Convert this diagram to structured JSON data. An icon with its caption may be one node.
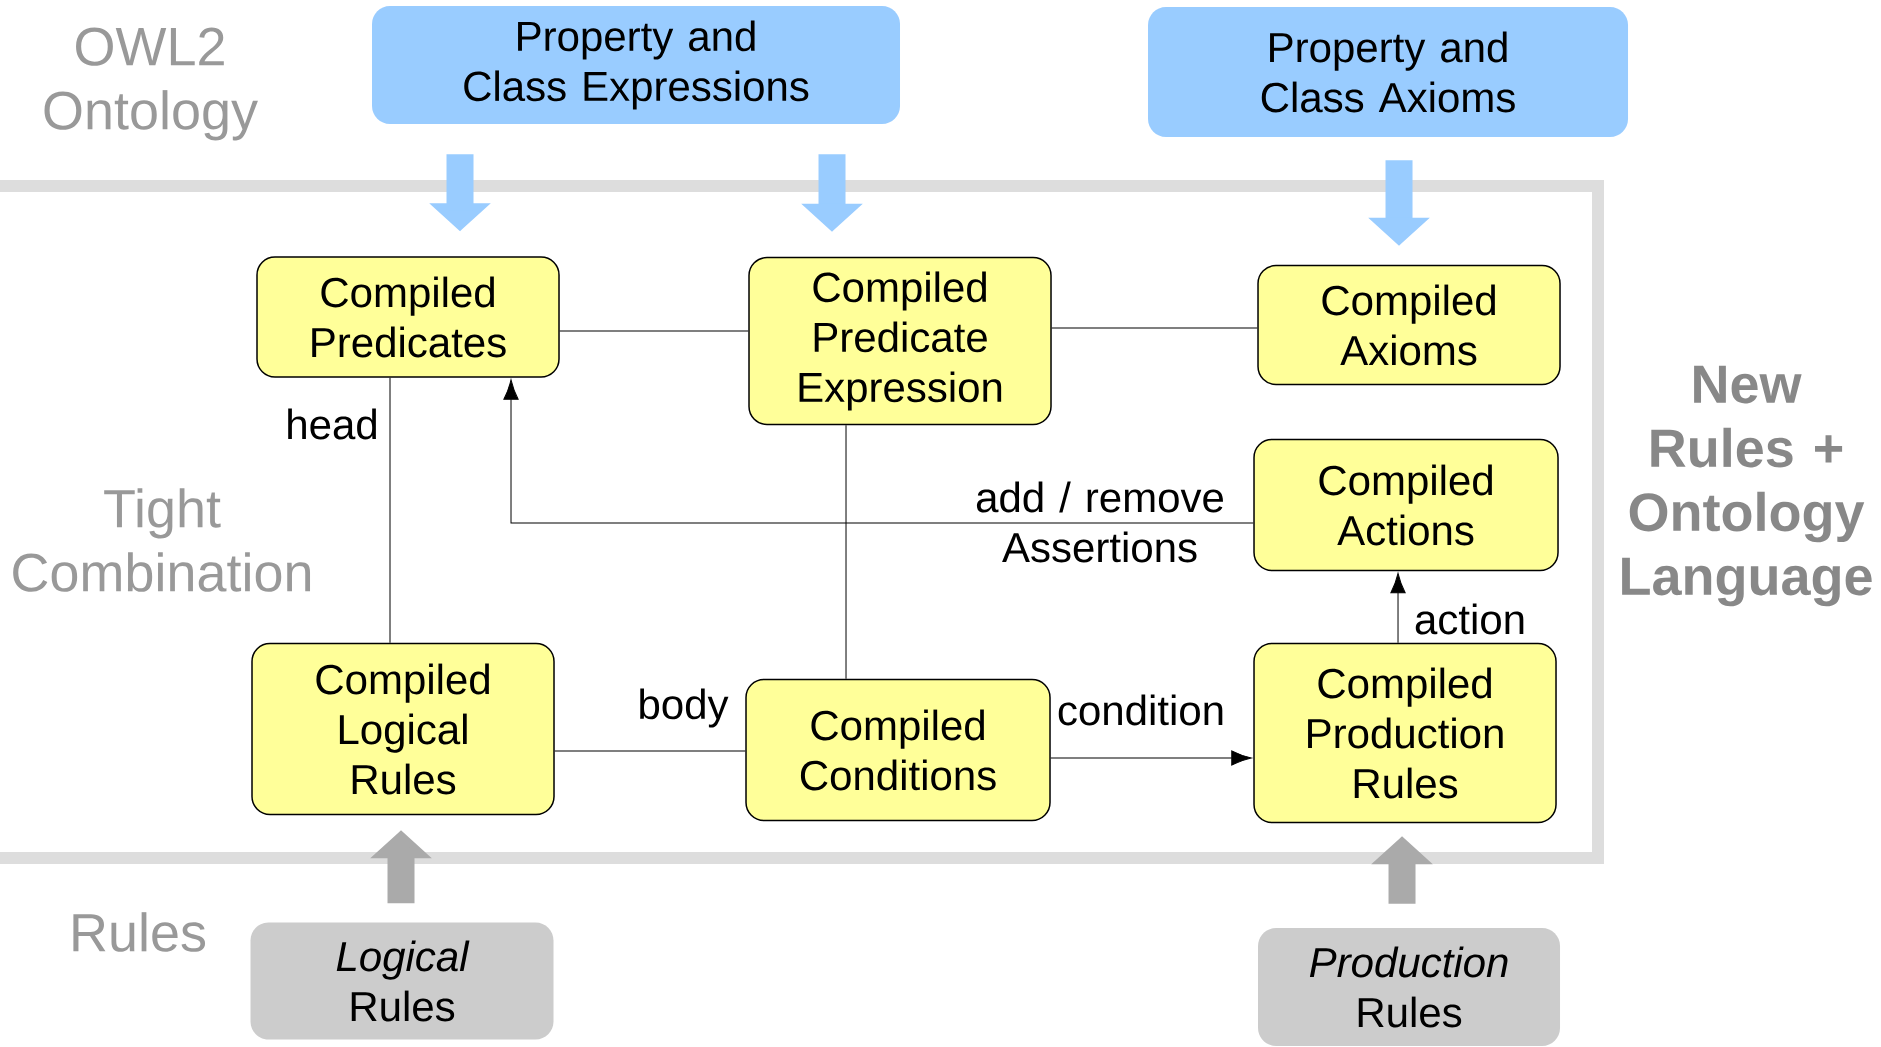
{
  "diagram": {
    "nodes": [
      {
        "text": [
          "Property and Class Expressions"
        ]
      },
      {
        "text": [
          "Property and Class Axioms"
        ]
      },
      {
        "text": [
          "Compiled Predicates"
        ]
      },
      {
        "text": [
          "Compiled Predicate Expression"
        ]
      },
      {
        "text": [
          "Compiled Axioms"
        ]
      },
      {
        "text": [
          "Compiled Actions"
        ]
      },
      {
        "text": [
          "Compiled Logical Rules"
        ]
      },
      {
        "text": [
          "Compiled Conditions"
        ]
      },
      {
        "text": [
          "Compiled Production Rules"
        ]
      },
      {
        "text": [
          "*Logical* Rules"
        ]
      },
      {
        "text": [
          "*Production* Rules"
        ]
      }
    ],
    "edges": [
      {
        "from": 0,
        "to": 2,
        "arrow": "to",
        "style": "thick",
        "color": "#99ccff"
      },
      {
        "from": 0,
        "to": 3,
        "arrow": "to",
        "style": "thick",
        "color": "#99ccff"
      },
      {
        "from": 1,
        "to": 4,
        "arrow": "to",
        "style": "thick",
        "color": "#99ccff"
      },
      {
        "from": 2,
        "to": 3,
        "arrow": "none"
      },
      {
        "from": 3,
        "to": 4,
        "arrow": "none"
      },
      {
        "from": 2,
        "to": 6,
        "arrow": "none",
        "label": "head"
      },
      {
        "from": 5,
        "to": 2,
        "arrow": "to",
        "label": "add / remove Assertions"
      },
      {
        "from": 3,
        "to": 7,
        "arrow": "none"
      },
      {
        "from": 6,
        "to": 7,
        "arrow": "none",
        "label": "body"
      },
      {
        "from": 7,
        "to": 8,
        "arrow": "to",
        "label": "condition"
      },
      {
        "from": 8,
        "to": 5,
        "arrow": "to",
        "label": "action"
      },
      {
        "from": 9,
        "to": 6,
        "arrow": "to",
        "style": "thick",
        "color": "#aaaaaa"
      },
      {
        "from": 10,
        "to": 8,
        "arrow": "to",
        "style": "thick",
        "color": "#aaaaaa"
      }
    ],
    "labels": [
      "OWL2 Ontology",
      "Tight Combination",
      "New Rules + Ontology Language",
      "Rules"
    ]
  }
}
